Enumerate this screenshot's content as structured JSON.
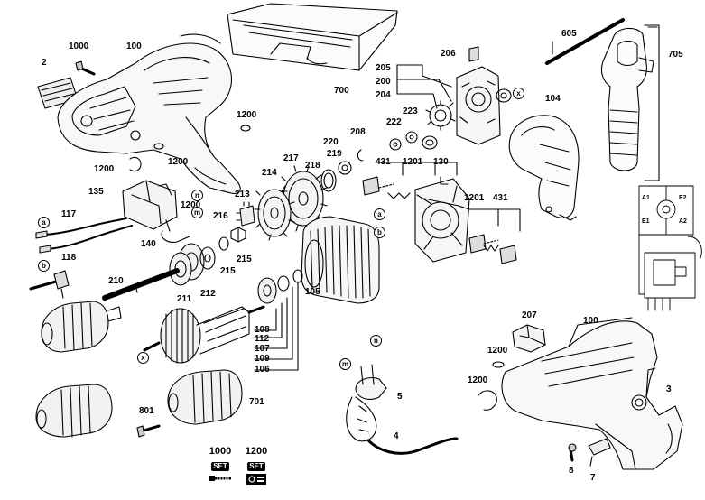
{
  "parts": {
    "p1000_top": "1000",
    "p100_top": "100",
    "p2": "2",
    "p1200_a": "1200",
    "p1200_b": "1200",
    "p1200_c": "1200",
    "p700": "700",
    "p206": "206",
    "p605": "605",
    "p705": "705",
    "p205": "205",
    "p200": "200",
    "p204": "204",
    "p223": "223",
    "p222": "222",
    "p220": "220",
    "p208": "208",
    "p219": "219",
    "p218": "218",
    "p217": "217",
    "p214": "214",
    "p213": "213",
    "p104": "104",
    "p431_a": "431",
    "p1201_a": "1201",
    "p130": "130",
    "p135": "135",
    "p1200_d": "1200",
    "p216": "216",
    "p117": "117",
    "p118": "118",
    "p140": "140",
    "p215_a": "215",
    "p215_b": "215",
    "p1201_b": "1201",
    "p431_b": "431",
    "p210": "210",
    "p211": "211",
    "p212": "212",
    "p105": "105",
    "p108": "108",
    "p112": "112",
    "p107": "107",
    "p109": "109",
    "p106": "106",
    "p207": "207",
    "p100_b": "100",
    "p1200_e": "1200",
    "p1200_f": "1200",
    "p3": "3",
    "p5": "5",
    "p4": "4",
    "p801": "801",
    "p701": "701",
    "p8": "8",
    "p7": "7",
    "wiring_a1": "A1",
    "wiring_e2": "E2",
    "wiring_e1": "E1",
    "wiring_a2": "A2"
  },
  "letters": {
    "a": "a",
    "b": "b",
    "m": "m",
    "n": "n",
    "x": "x"
  },
  "sets": [
    {
      "number": "1000",
      "badge": "SET"
    },
    {
      "number": "1200",
      "badge": "SET"
    }
  ]
}
